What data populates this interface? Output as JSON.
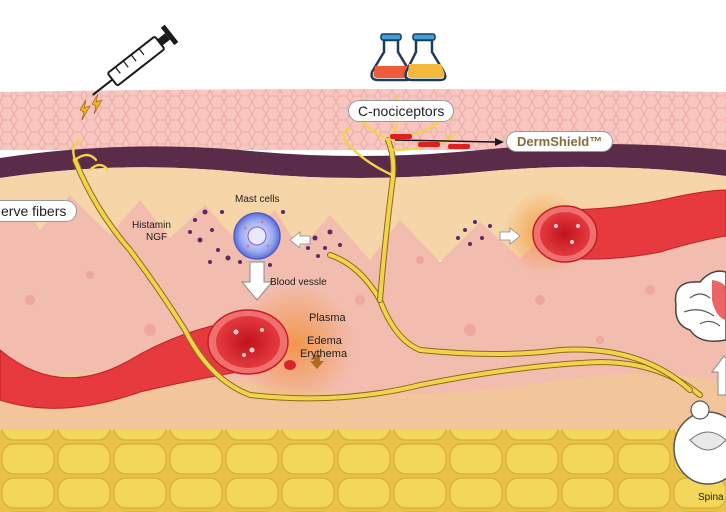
{
  "labels": {
    "c_nociceptors": "C-nociceptors",
    "dermshield": "DermShield™",
    "nerve_fibers": "erve fibers",
    "mast_cells": "Mast cells",
    "histamin": "Histamin",
    "ngf": "NGF",
    "blood_vessle": "Blood vessle",
    "plasma": "Plasma",
    "edema": "Edema",
    "erythema": "Erythema",
    "spinal_fragment": "Spina"
  },
  "icons": [
    "syringe-icon",
    "flasks-icon",
    "brain-icon",
    "spinal-cord-icon",
    "lightning-icon"
  ],
  "colors": {
    "dermshield_text": "#8a6a3a",
    "nerve": "#f2d24a",
    "vessel": "#d8222e",
    "fat": "#f0d250",
    "epidermis": "#f7c2bc",
    "dermis": "#f3b8ae"
  }
}
